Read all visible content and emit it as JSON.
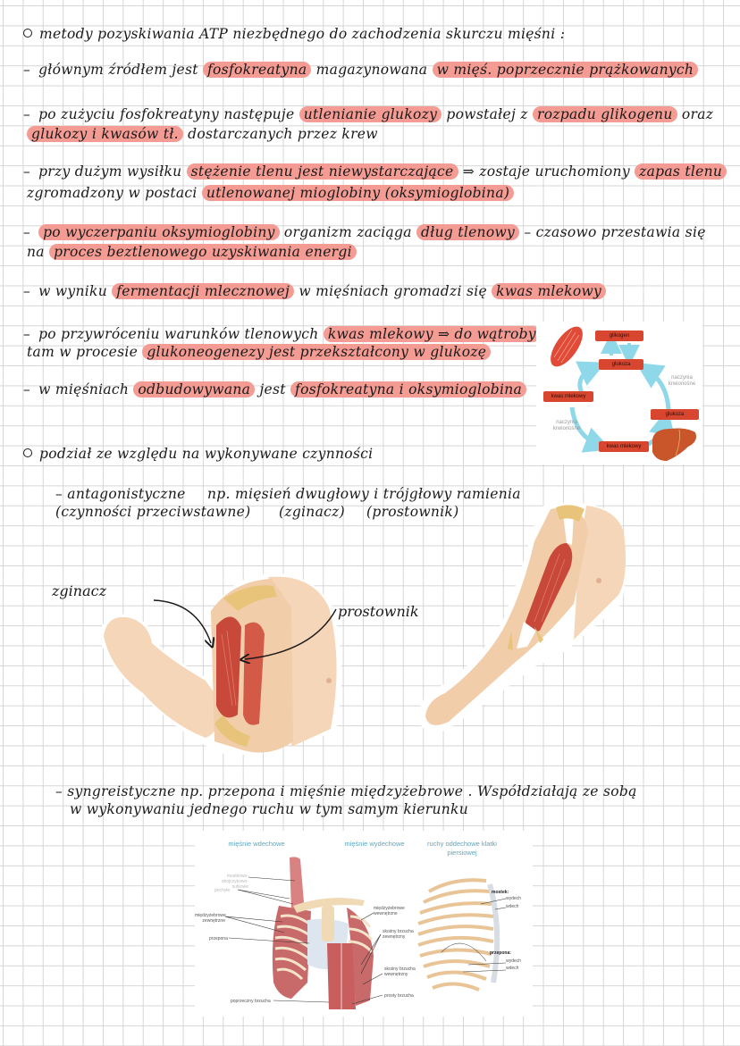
{
  "section1": {
    "heading": "metody pozyskiwania ATP niezbędnego do zachodzenia skurczu mięśni :",
    "items": [
      {
        "lines": [
          [
            {
              "t": "głównym źródłem jest "
            },
            {
              "t": "fosfokreatyna",
              "hl": true
            },
            {
              "t": " magazynowana "
            },
            {
              "t": "w mięś. poprzecznie prążkowanych",
              "hl": true
            }
          ]
        ]
      },
      {
        "lines": [
          [
            {
              "t": "po zużyciu fosfokreatyny następuje "
            },
            {
              "t": "utlenianie glukozy",
              "hl": true
            },
            {
              "t": " powstałej z "
            },
            {
              "t": "rozpadu glikogenu",
              "hl": true
            },
            {
              "t": " oraz"
            }
          ],
          [
            {
              "t": "glukozy i kwasów tł.",
              "hl": true
            },
            {
              "t": " dostarczanych przez krew"
            }
          ]
        ]
      },
      {
        "lines": [
          [
            {
              "t": "przy dużym wysiłku "
            },
            {
              "t": "stężenie tlenu jest niewystarczające",
              "hl": true
            },
            {
              "t": " ⇒ zostaje uruchomiony "
            },
            {
              "t": "zapas tlenu",
              "hl": true
            }
          ],
          [
            {
              "t": "zgromadzony w postaci "
            },
            {
              "t": "utlenowanej mioglobiny (oksymioglobina)",
              "hl": true
            }
          ]
        ]
      },
      {
        "lines": [
          [
            {
              "t": "po wyczerpaniu oksymioglobiny",
              "hl": true
            },
            {
              "t": " organizm zaciąga "
            },
            {
              "t": "dług tlenowy",
              "hl": true
            },
            {
              "t": " – czasowo przestawia się"
            }
          ],
          [
            {
              "t": "na "
            },
            {
              "t": "proces beztlenowego uzyskiwania energi",
              "hl": true
            }
          ]
        ]
      },
      {
        "lines": [
          [
            {
              "t": "w wyniku "
            },
            {
              "t": "fermentacji mlecznowej",
              "hl": true
            },
            {
              "t": " w mięśniach gromadzi się "
            },
            {
              "t": "kwas mlekowy",
              "hl": true
            }
          ]
        ]
      },
      {
        "lines": [
          [
            {
              "t": "po przywróceniu warunków tlenowych "
            },
            {
              "t": "kwas mlekowy ⇒ do wątroby",
              "hl": true
            },
            {
              "t": " ,"
            }
          ],
          [
            {
              "t": "tam w procesie "
            },
            {
              "t": "glukoneogenezy jest przekształcony w glukozę",
              "hl": true
            }
          ]
        ]
      },
      {
        "lines": [
          [
            {
              "t": "w mięśniach "
            },
            {
              "t": "odbudowywana",
              "hl": true
            },
            {
              "t": " jest "
            },
            {
              "t": "fosfokreatyna i oksymioglobina",
              "hl": true
            }
          ]
        ]
      }
    ]
  },
  "cori_diagram": {
    "boxes": {
      "glikogen": "glikogen",
      "glukoza_muscle": "glukoza",
      "kwas_muscle": "kwas mlekowy",
      "glukoza_liver": "glukoza",
      "kwas_liver": "kwas mlekowy"
    },
    "vessel_label_right": "naczynia krwionośne",
    "vessel_label_left": "naczynia krwionośne",
    "colors": {
      "box": "#d9462f",
      "arrow": "#8fd8ea"
    }
  },
  "section2": {
    "heading": "podział ze względu na wykonywane czynności",
    "antagonistic": {
      "line1_a": "– antagonistyczne",
      "line1_b": "np. mięsień dwugłowy i trójgłowy ramienia",
      "line2_a": "(czynności przeciwstawne)",
      "line2_b": "(zginacz)",
      "line2_c": "(prostownik)"
    },
    "arm_labels": {
      "flexor": "zginacz",
      "extensor": "prostownik"
    },
    "synergistic": {
      "line1": "– syngreistyczne  np. przepona  i  mięśnie  międzyżebrowe . Współdziałają ze sobą",
      "line2": "w wykonywaniu  jednego  ruchu  w  tym  samym  kierunku"
    }
  },
  "resp_diagram": {
    "titles": {
      "inhale": "mięśnie wdechowe",
      "exhale": "mięśnie wydechowe",
      "movement": "ruchy oddechowe klatki piersiowej"
    },
    "labels_left": {
      "scm": "mostkowo-obojczykowo-sutkowe",
      "scalene": "pochyłe",
      "ext_intercostal": "międzyżebrowe zewnętrzne",
      "diaphragm": "przepona",
      "transverse": "poprzeczny brzucha"
    },
    "labels_right": {
      "int_intercostal": "międzyżebrowe wewnętrzne",
      "ext_oblique": "skośny brzucha zewnętrzny",
      "int_oblique": "skośny brzucha wewnętrzny",
      "rectus": "prosty brzucha"
    },
    "ribcage_labels": {
      "sternum": "mostek:",
      "sternum_exhale": "wydech",
      "sternum_inhale": "wdech",
      "diaphragm": "przepona:",
      "diaphragm_exhale": "wydech",
      "diaphragm_inhale": "wdech"
    }
  },
  "colors": {
    "highlight": "#f49b93",
    "grid": "#d6d6d6",
    "ink": "#1a1a1a"
  }
}
